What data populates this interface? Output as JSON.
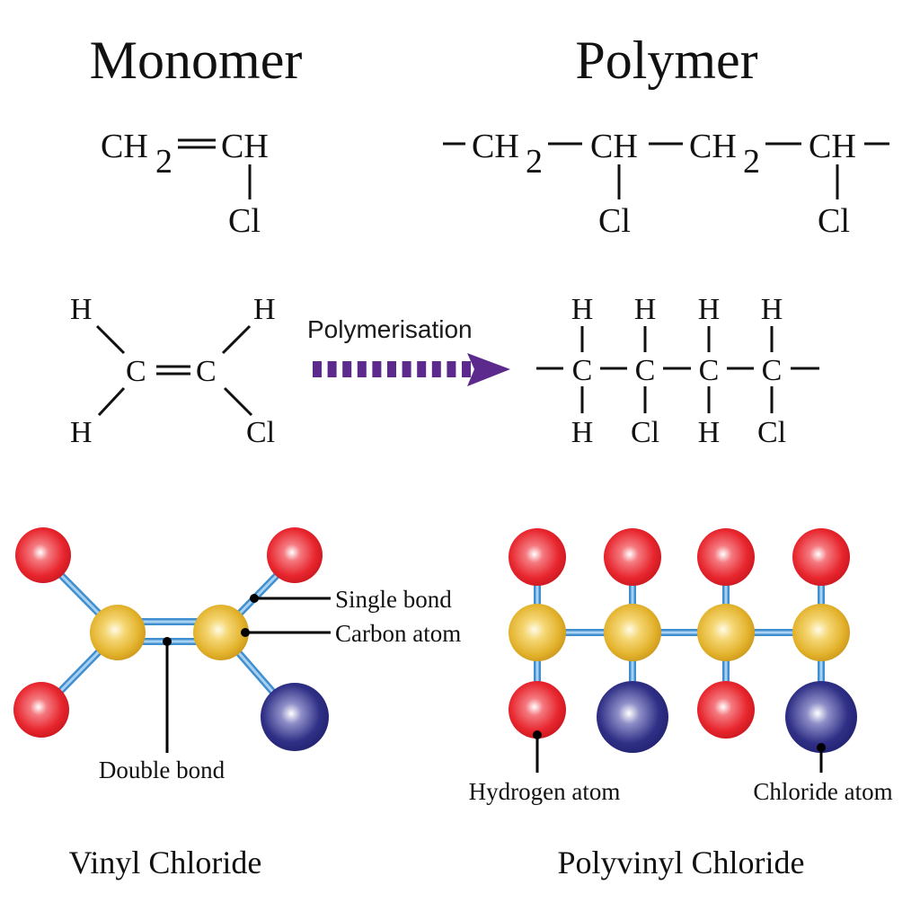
{
  "headings": {
    "monomer": "Monomer",
    "polymer": "Polymer"
  },
  "condensed": {
    "monomer": {
      "left_group": "CH",
      "left_sub": "2",
      "right_group": "CH",
      "substituent": "Cl",
      "bond": "double"
    },
    "polymer": {
      "groups": [
        {
          "main": "CH",
          "sub": "2",
          "substituent": ""
        },
        {
          "main": "CH",
          "sub": "",
          "substituent": "Cl"
        },
        {
          "main": "CH",
          "sub": "2",
          "substituent": ""
        },
        {
          "main": "CH",
          "sub": "",
          "substituent": "Cl"
        }
      ]
    }
  },
  "structural": {
    "monomer": {
      "carbons": [
        "C",
        "C"
      ],
      "top_left": "H",
      "bottom_left": "H",
      "top_right": "H",
      "bottom_right": "Cl"
    },
    "reaction_label": "Polymerisation",
    "arrow_color": "#5b2a8c",
    "polymer": {
      "units": [
        {
          "top": "H",
          "center": "C",
          "bottom": "H"
        },
        {
          "top": "H",
          "center": "C",
          "bottom": "Cl"
        },
        {
          "top": "H",
          "center": "C",
          "bottom": "H"
        },
        {
          "top": "H",
          "center": "C",
          "bottom": "Cl"
        }
      ]
    }
  },
  "models": {
    "colors": {
      "hydrogen": "#e8262e",
      "carbon": "#e2b12a",
      "chlorine": "#2f2f86",
      "bond": "#3f8fd0",
      "bond_light": "#a8d0f0"
    },
    "vinyl_callouts": {
      "single_bond": "Single bond",
      "carbon_atom": "Carbon atom",
      "double_bond": "Double bond"
    },
    "pvc_callouts": {
      "hydrogen_atom": "Hydrogen atom",
      "chloride_atom": "Chloride atom"
    },
    "pvc_bottom_row": [
      "hydrogen",
      "chlorine",
      "hydrogen",
      "chlorine"
    ]
  },
  "captions": {
    "left": "Vinyl Chloride",
    "right": "Polyvinyl Chloride"
  }
}
